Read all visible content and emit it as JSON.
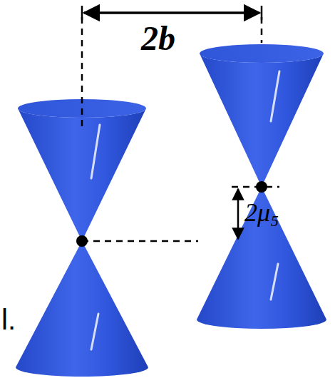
{
  "diagram": {
    "labels": [
      "2b",
      "2μ₅",
      "l."
    ]
  }
}
